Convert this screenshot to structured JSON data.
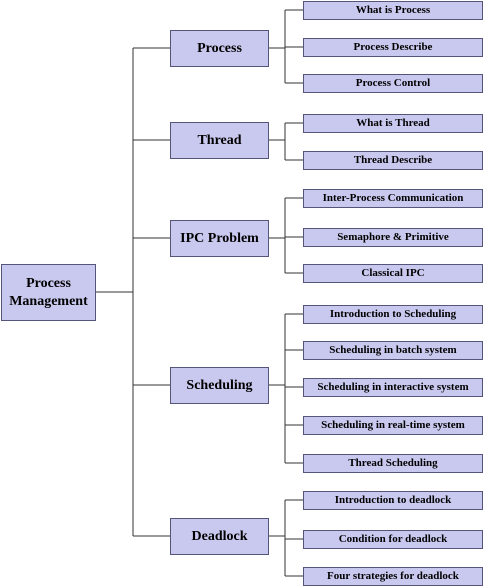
{
  "root": {
    "label": "Process\nManagement"
  },
  "topics": [
    {
      "label": "Process",
      "children": [
        "What is Process",
        "Process Describe",
        "Process Control"
      ]
    },
    {
      "label": "Thread",
      "children": [
        "What is Thread",
        "Thread Describe"
      ]
    },
    {
      "label": "IPC Problem",
      "children": [
        "Inter-Process Communication",
        "Semaphore & Primitive",
        "Classical IPC"
      ]
    },
    {
      "label": "Scheduling",
      "children": [
        "Introduction to Scheduling",
        "Scheduling in batch system",
        "Scheduling in interactive system",
        "Scheduling in real-time system",
        "Thread Scheduling"
      ]
    },
    {
      "label": "Deadlock",
      "children": [
        "Introduction to deadlock",
        "Condition for deadlock",
        "Four strategies for deadlock"
      ]
    }
  ],
  "colors": {
    "box_fill": "#c9c9ef",
    "box_border": "#55557a",
    "line": "#333333"
  }
}
